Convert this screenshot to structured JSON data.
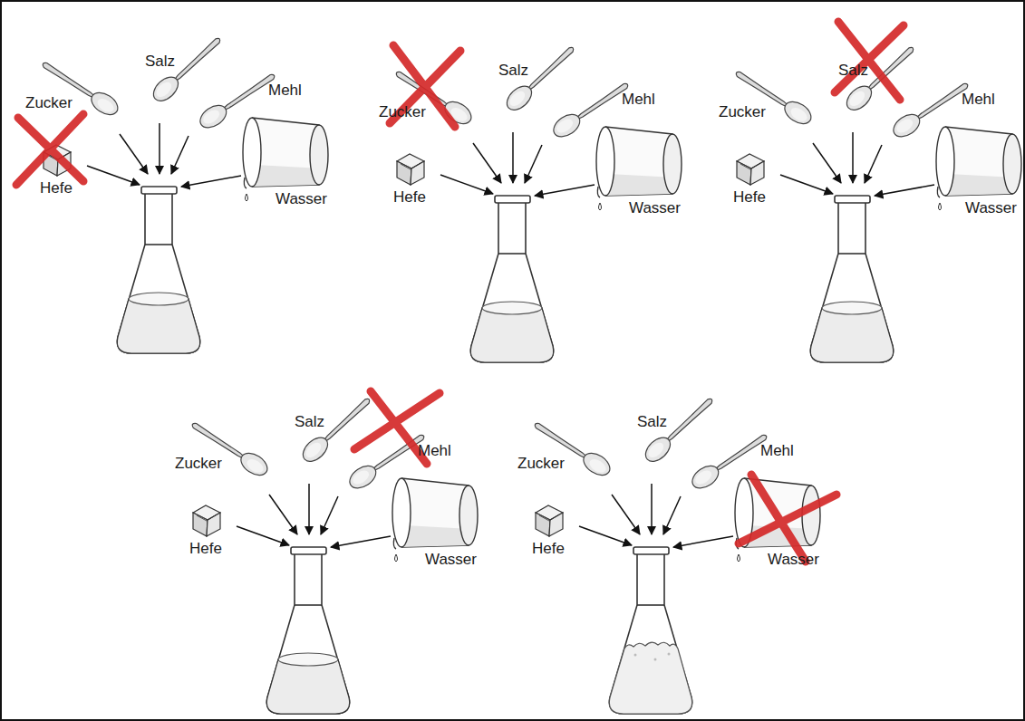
{
  "diagram": {
    "labels": [
      "Zucker",
      "Salz",
      "Mehl",
      "Hefe",
      "Wasser",
      "Zucker",
      "Salz",
      "Mehl",
      "Hefe",
      "Wasser",
      "Zucker",
      "Salz",
      "Mehl",
      "Hefe",
      "Wasser",
      "Zucker",
      "Salz",
      "Mehl",
      "Hefe",
      "Wasser",
      "Zucker",
      "Salz",
      "Mehl",
      "Hefe",
      "Wasser"
    ]
  }
}
